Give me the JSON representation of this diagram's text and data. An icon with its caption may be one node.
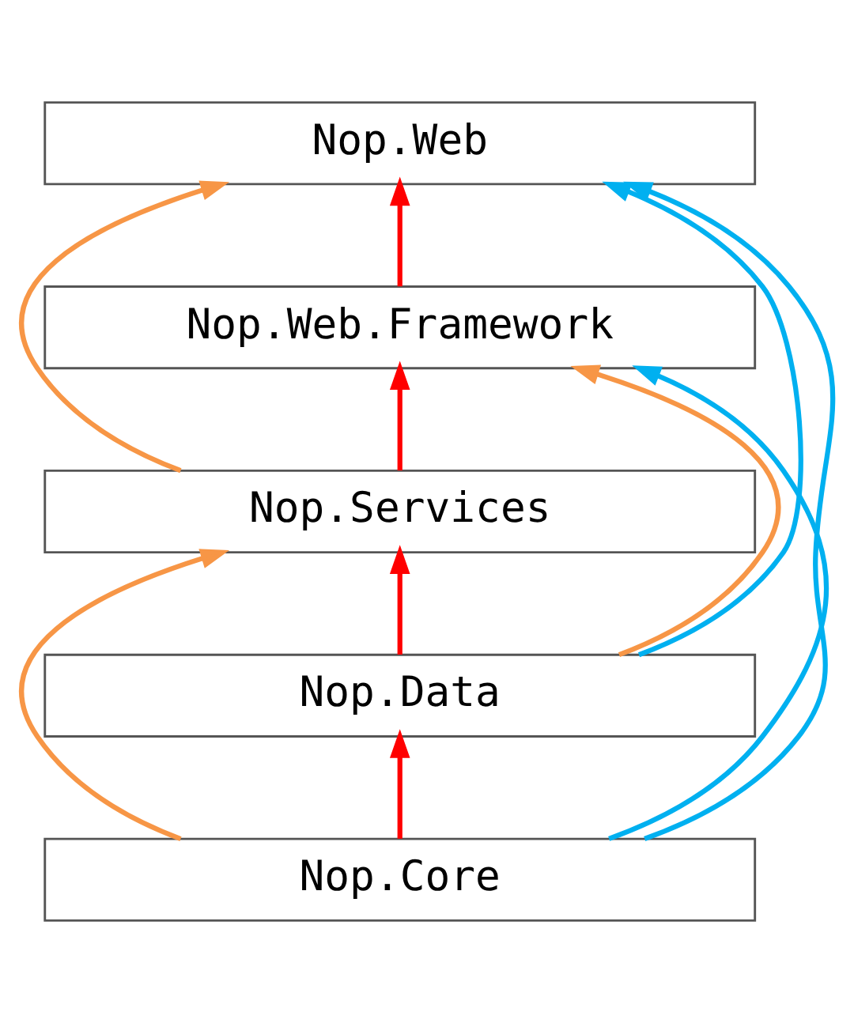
{
  "diagram": {
    "nodes": [
      {
        "text": [
          "Nop.Web"
        ]
      },
      {
        "text": [
          "Nop.Web.Framework"
        ]
      },
      {
        "text": [
          "Nop.Services"
        ]
      },
      {
        "text": [
          "Nop.Data"
        ]
      },
      {
        "text": [
          "Nop.Core"
        ]
      }
    ],
    "edges": [
      {
        "from": 4,
        "to": 0,
        "arrow": "to",
        "color": "#00b0f0"
      },
      {
        "from": 3,
        "to": 0,
        "arrow": "to",
        "color": "#00b0f0"
      },
      {
        "from": 4,
        "to": 1,
        "arrow": "to",
        "color": "#00b0f0"
      },
      {
        "from": 2,
        "to": 0,
        "arrow": "to",
        "color": "#f79646"
      },
      {
        "from": 3,
        "to": 1,
        "arrow": "to",
        "color": "#f79646"
      },
      {
        "from": 4,
        "to": 2,
        "arrow": "to",
        "color": "#f79646"
      },
      {
        "from": 1,
        "to": 0,
        "arrow": "to"
      },
      {
        "from": 2,
        "to": 1,
        "arrow": "to"
      },
      {
        "from": 3,
        "to": 2,
        "arrow": "to"
      },
      {
        "from": 4,
        "to": 3,
        "arrow": "to"
      }
    ]
  }
}
